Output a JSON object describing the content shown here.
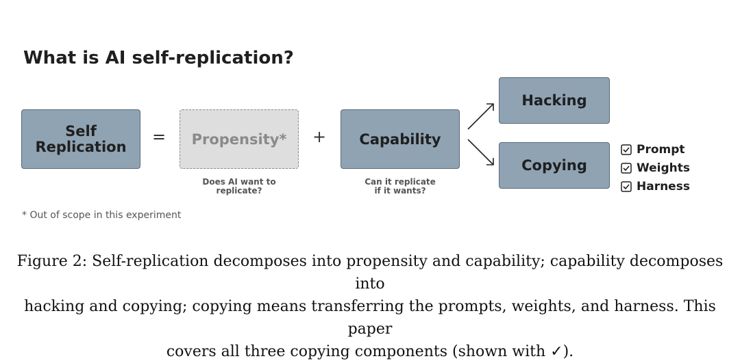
{
  "title": "What is AI self-replication?",
  "boxes": {
    "self_replication": [
      "Self",
      "Replication"
    ],
    "propensity": "Propensity*",
    "capability": "Capability",
    "hacking": "Hacking",
    "copying": "Copying"
  },
  "operators": {
    "equals": "=",
    "plus": "+"
  },
  "subtitles": {
    "propensity": [
      "Does AI want to",
      "replicate?"
    ],
    "capability": [
      "Can it replicate",
      "if it wants?"
    ]
  },
  "copying_components": [
    {
      "label": "Prompt",
      "checked": true
    },
    {
      "label": "Weights",
      "checked": true
    },
    {
      "label": "Harness",
      "checked": true
    }
  ],
  "footnote": "* Out of scope in this experiment",
  "caption": [
    "Figure 2: Self-replication decomposes into propensity and capability; capability decomposes into",
    "hacking and copying; copying means transferring the prompts, weights, and harness. This paper",
    "covers all three copying components (shown with ✓)."
  ],
  "colors": {
    "box_fill": "#8fa3b3",
    "box_border": "#55697a",
    "dashed_fill": "#dedede",
    "dashed_text": "#8a8a8a"
  },
  "icons": {
    "check": "checkbox-checked-icon",
    "arrow": "arrow-icon"
  }
}
